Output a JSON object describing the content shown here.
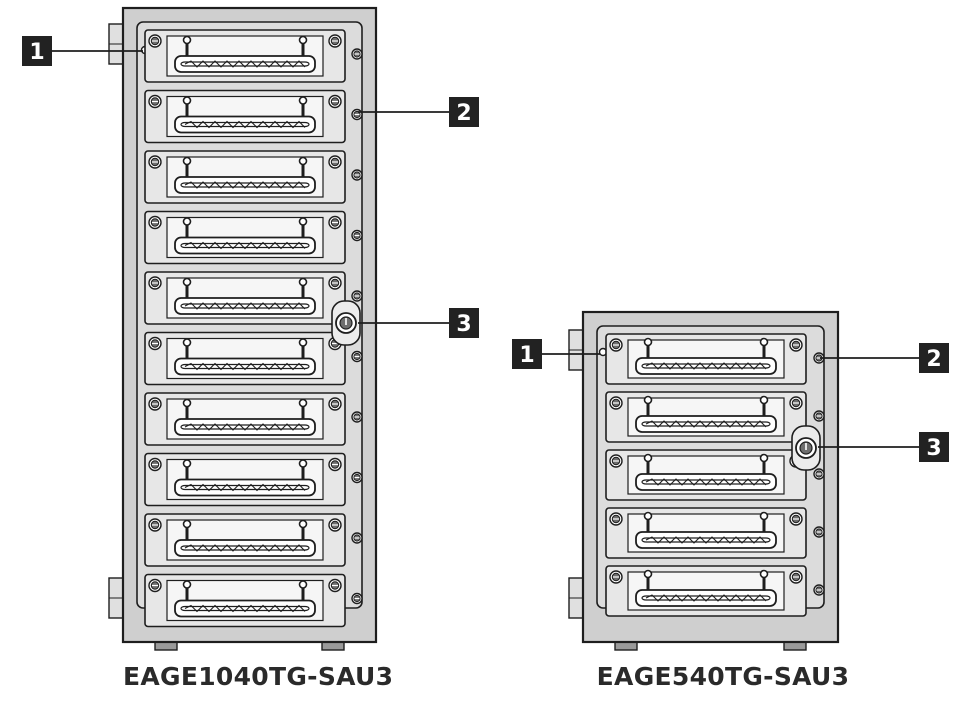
{
  "colors": {
    "outline": "#1e1e1e",
    "chassis_fill": "#cfcfcf",
    "tray_fill": "#e7e7e7",
    "screw_fill": "#6e6e6e",
    "badge_fill": "#222222",
    "badge_text": "#ffffff"
  },
  "icons": [
    "tray-handle-icon",
    "screw-icon",
    "lock-key-icon",
    "led-indicator-icon"
  ],
  "devices": [
    {
      "model": "EAGE1040TG-SAU3",
      "tray_count": 10,
      "callouts": [
        "1",
        "2",
        "3"
      ]
    },
    {
      "model": "EAGE540TG-SAU3",
      "tray_count": 5,
      "callouts": [
        "1",
        "2",
        "3"
      ]
    }
  ]
}
